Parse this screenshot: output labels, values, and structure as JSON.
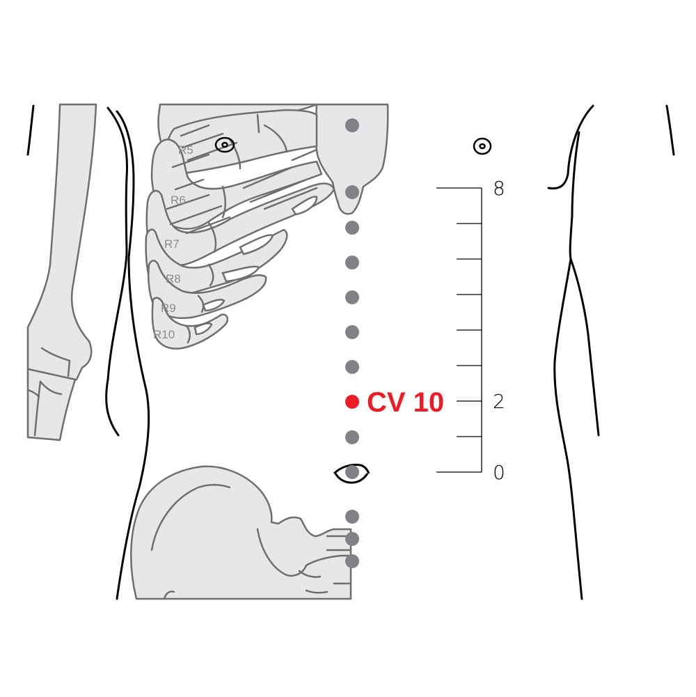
{
  "figure": {
    "rib_labels": [
      "R5",
      "R6",
      "R7",
      "R8",
      "R9",
      "R10"
    ],
    "scale": {
      "max": 8,
      "divisions": 8,
      "tick_labels": [
        {
          "value": 8,
          "text": "8"
        },
        {
          "value": 2,
          "text": "2"
        },
        {
          "value": 0,
          "text": "0"
        }
      ]
    },
    "acupoint": {
      "label": "CV 10",
      "position_units": 2,
      "color": "#ed1c24"
    },
    "colors": {
      "bone_fill": "#e6e7e8",
      "bone_stroke": "#6d6e70",
      "point_fill": "#808285",
      "outline": "#000000"
    }
  }
}
